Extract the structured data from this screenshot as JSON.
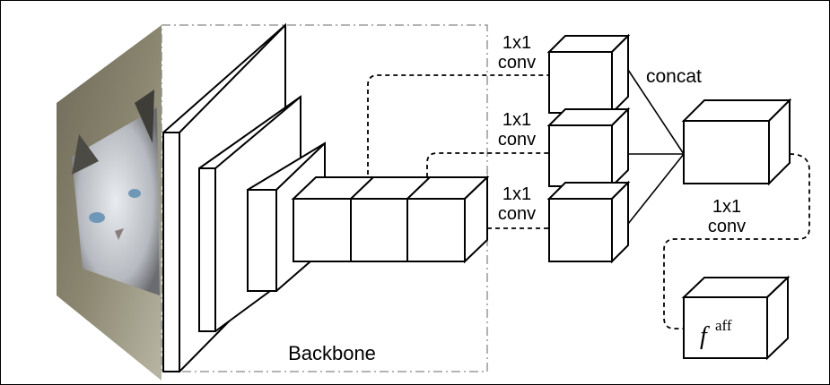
{
  "diagram": {
    "backbone_label": "Backbone",
    "conv_labels": [
      {
        "line1": "1x1",
        "line2": "conv"
      },
      {
        "line1": "1x1",
        "line2": "conv"
      },
      {
        "line1": "1x1",
        "line2": "conv"
      }
    ],
    "concat_label": "concat",
    "final_conv": {
      "line1": "1x1",
      "line2": "conv"
    },
    "output": {
      "symbol": "f",
      "superscript": "aff"
    }
  },
  "colors": {
    "line": "#000000",
    "box_fill": "#ffffff",
    "backbone_border": "#888888"
  }
}
